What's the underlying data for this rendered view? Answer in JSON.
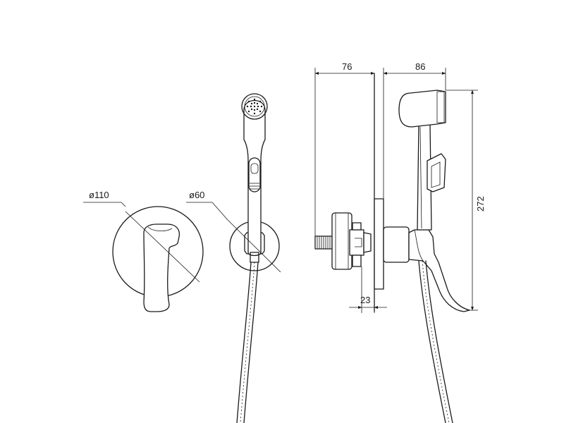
{
  "dimensions": {
    "valve_plate_diameter": "ø110",
    "holder_plate_diameter": "ø60",
    "valve_depth": "76",
    "spout_projection": "86",
    "total_height": "272",
    "plate_offset": "23"
  }
}
